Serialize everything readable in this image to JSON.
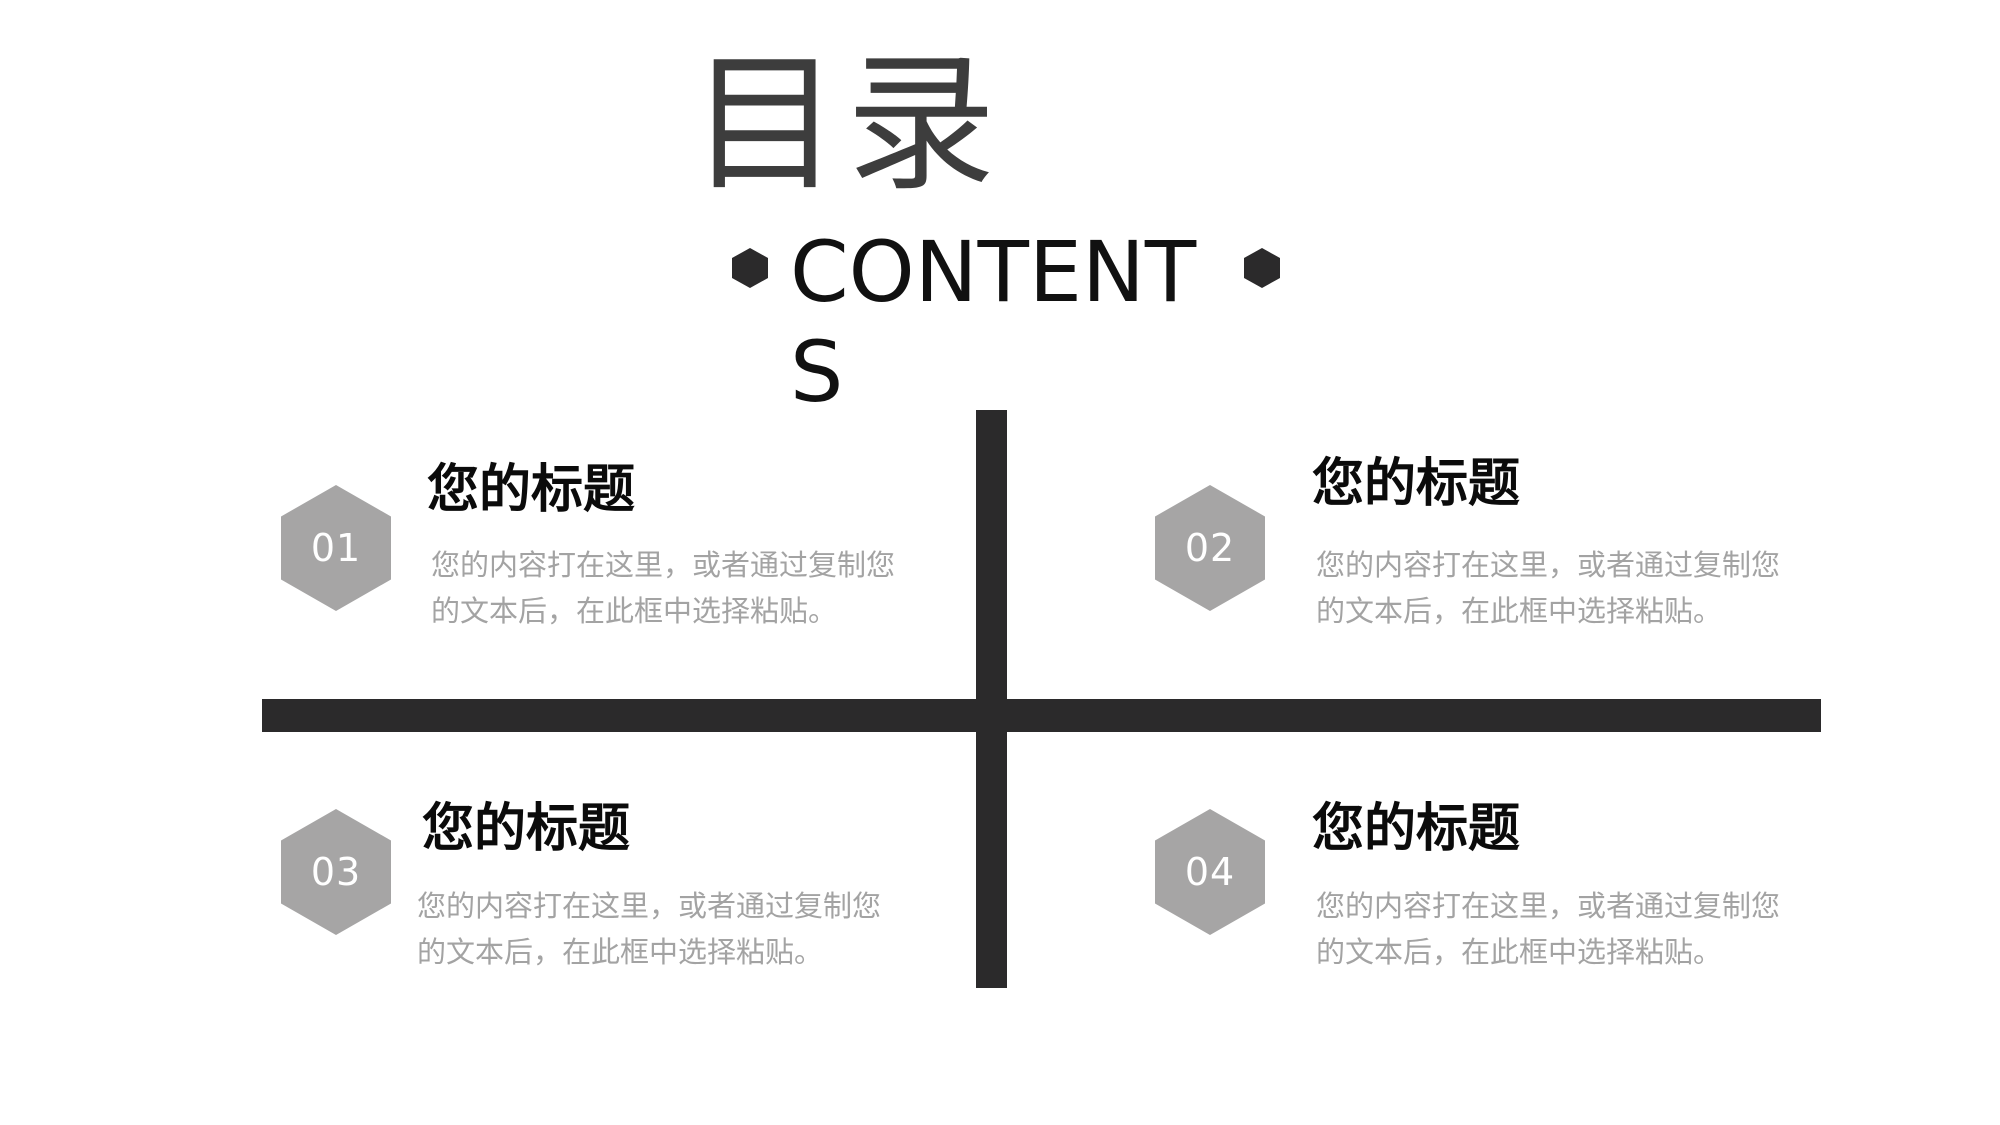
{
  "header": {
    "title": "目录",
    "subtitle": "CONTENTS"
  },
  "items": [
    {
      "number": "01",
      "title": "您的标题",
      "text": "您的内容打在这里，或者通过复制您的文本后，在此框中选择粘贴。"
    },
    {
      "number": "02",
      "title": "您的标题",
      "text": "您的内容打在这里，或者通过复制您的文本后，在此框中选择粘贴。"
    },
    {
      "number": "03",
      "title": "您的标题",
      "text": "您的内容打在这里，或者通过复制您的文本后，在此框中选择粘贴。"
    },
    {
      "number": "04",
      "title": "您的标题",
      "text": "您的内容打在这里，或者通过复制您的文本后，在此框中选择粘贴。"
    }
  ],
  "colors": {
    "accent_dark": "#2b2a2b",
    "hex_gray": "#a6a5a5",
    "body_text": "#a3a3a3"
  }
}
